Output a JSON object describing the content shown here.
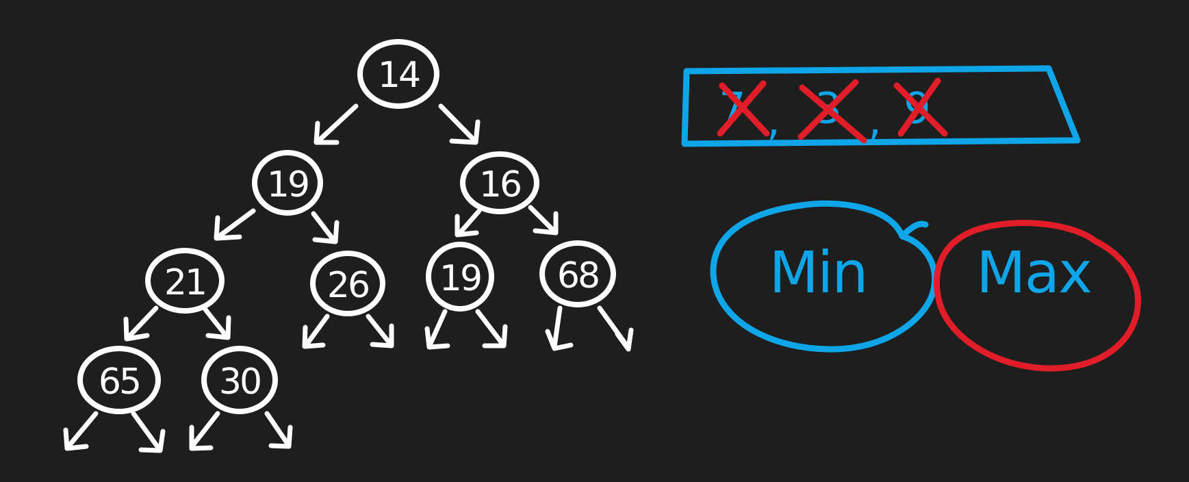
{
  "tree": {
    "nodes": {
      "root": "14",
      "l": "19",
      "r": "16",
      "ll": "21",
      "lr": "26",
      "rl": "19",
      "rr": "68",
      "lll": "65",
      "llr": "30"
    }
  },
  "array": {
    "values": [
      "7",
      "3",
      "9"
    ],
    "separators": [
      ",",
      ","
    ]
  },
  "heap_types": {
    "min": "Min",
    "max": "Max"
  },
  "colors": {
    "background": "#1e1e1e",
    "tree": "#ffffff",
    "blue": "#0ea5e9",
    "red": "#e11d2a"
  }
}
